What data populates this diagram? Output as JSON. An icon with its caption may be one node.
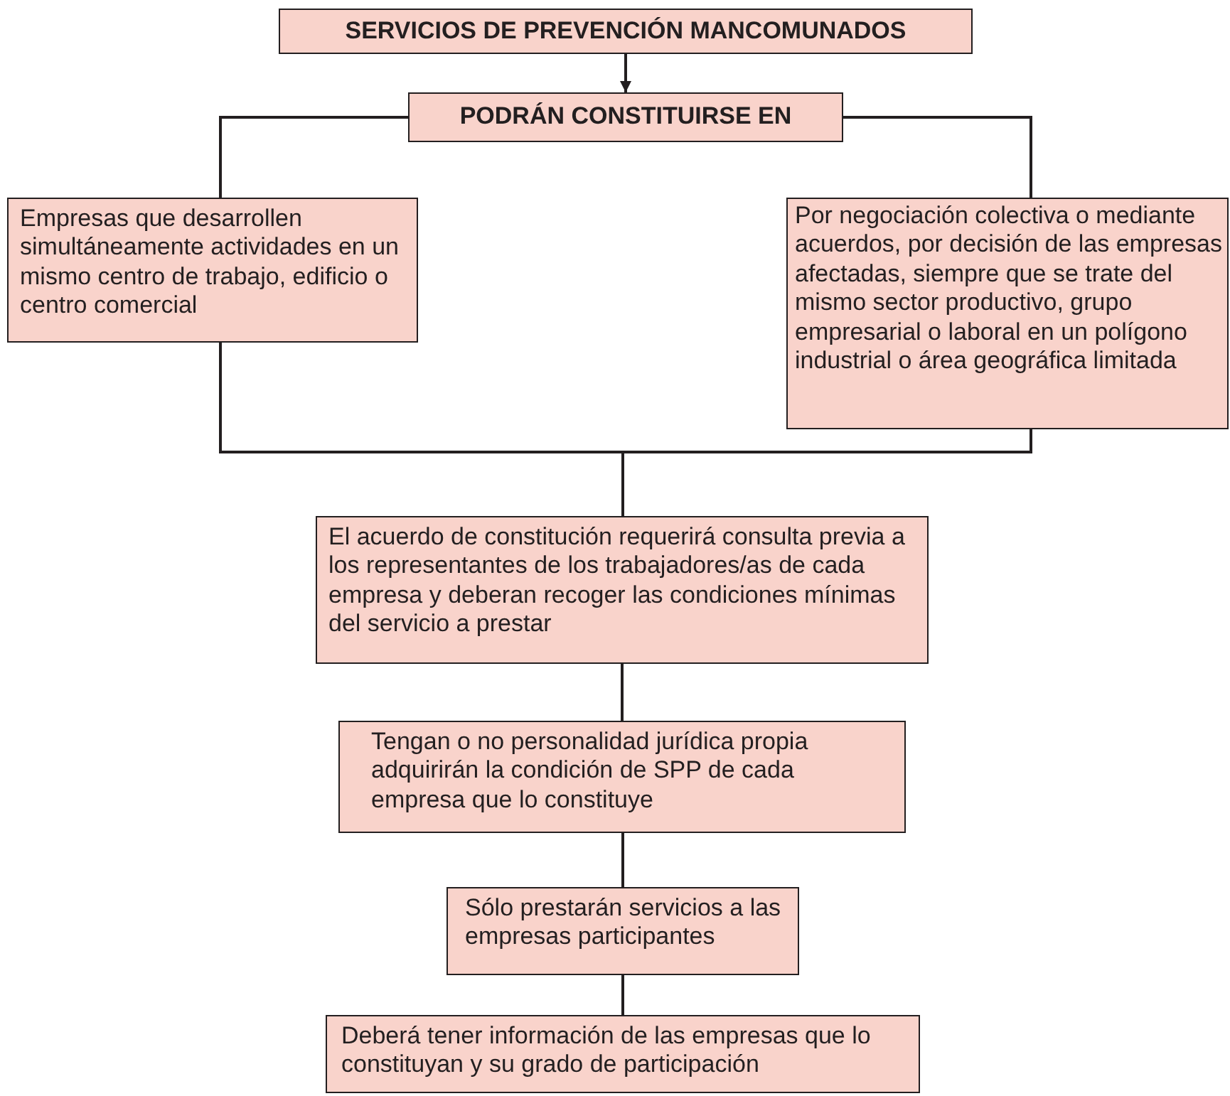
{
  "diagram": {
    "nodes": [
      {
        "text": [
          "SERVICIOS DE PREVENCIÓN MANCOMUNADOS"
        ]
      },
      {
        "text": [
          "PODRÁN CONSTITUIRSE EN"
        ]
      },
      {
        "text": [
          "Empresas que desarrollen simultáneamente actividades en un mismo centro de trabajo, edificio o centro comercial"
        ]
      },
      {
        "text": [
          "Por negociación colectiva o mediante acuerdos, por decisión de las empresas afectadas, siempre que se trate del mismo sector productivo, grupo empresarial o laboral en un polígono industrial o área geográfica limitada"
        ]
      },
      {
        "text": [
          "El acuerdo de constitución requerirá consulta previa a los representantes de los trabajadores/as de cada empresa y deberan recoger las condiciones mínimas del servicio a prestar"
        ]
      },
      {
        "text": [
          "Tengan o no personalidad jurídica propia adquirirán la condición de SPP de cada empresa que lo constituye"
        ]
      },
      {
        "text": [
          "Sólo prestarán servicios a las empresas participantes"
        ]
      },
      {
        "text": [
          "Deberá tener información de las empresas que lo constituyan y su grado de participación"
        ]
      }
    ],
    "edges": [
      {
        "from": 0,
        "to": 1,
        "arrow": "to"
      },
      {
        "from": 1,
        "to": 2,
        "arrow": "none"
      },
      {
        "from": 1,
        "to": 3,
        "arrow": "none"
      },
      {
        "from": 2,
        "to": 4,
        "arrow": "none"
      },
      {
        "from": 3,
        "to": 4,
        "arrow": "none"
      },
      {
        "from": 4,
        "to": 5,
        "arrow": "none"
      },
      {
        "from": 5,
        "to": 6,
        "arrow": "none"
      },
      {
        "from": 6,
        "to": 7,
        "arrow": "none"
      }
    ]
  }
}
